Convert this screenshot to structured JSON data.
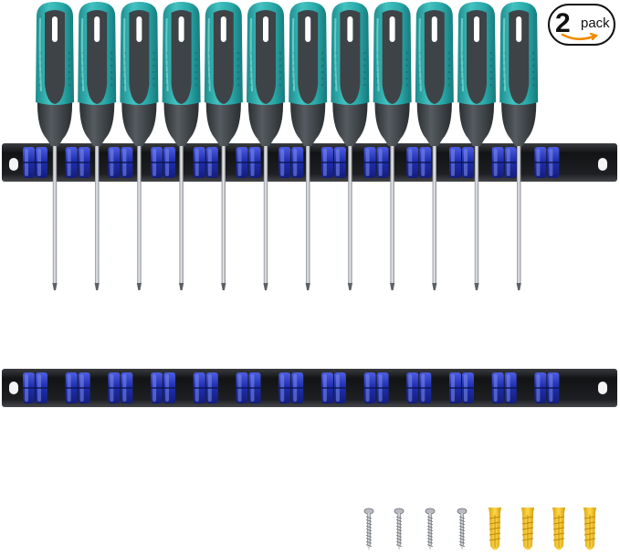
{
  "product": {
    "pack_badge": {
      "number": "2",
      "word": "pack"
    },
    "colors": {
      "handle_teal": "#2aa9a9",
      "handle_dark": "#3e4347",
      "rail_black": "#1b1c1e",
      "magnet_blue": "#1f2fae",
      "anchor_yellow": "#f2c021",
      "shaft_silver": "#c9ccd0"
    },
    "screwdriver_count": 12,
    "rack_count": 2,
    "magnet_pairs_per_rack": 13,
    "screw_count": 4,
    "wall_anchor_count": 4
  }
}
